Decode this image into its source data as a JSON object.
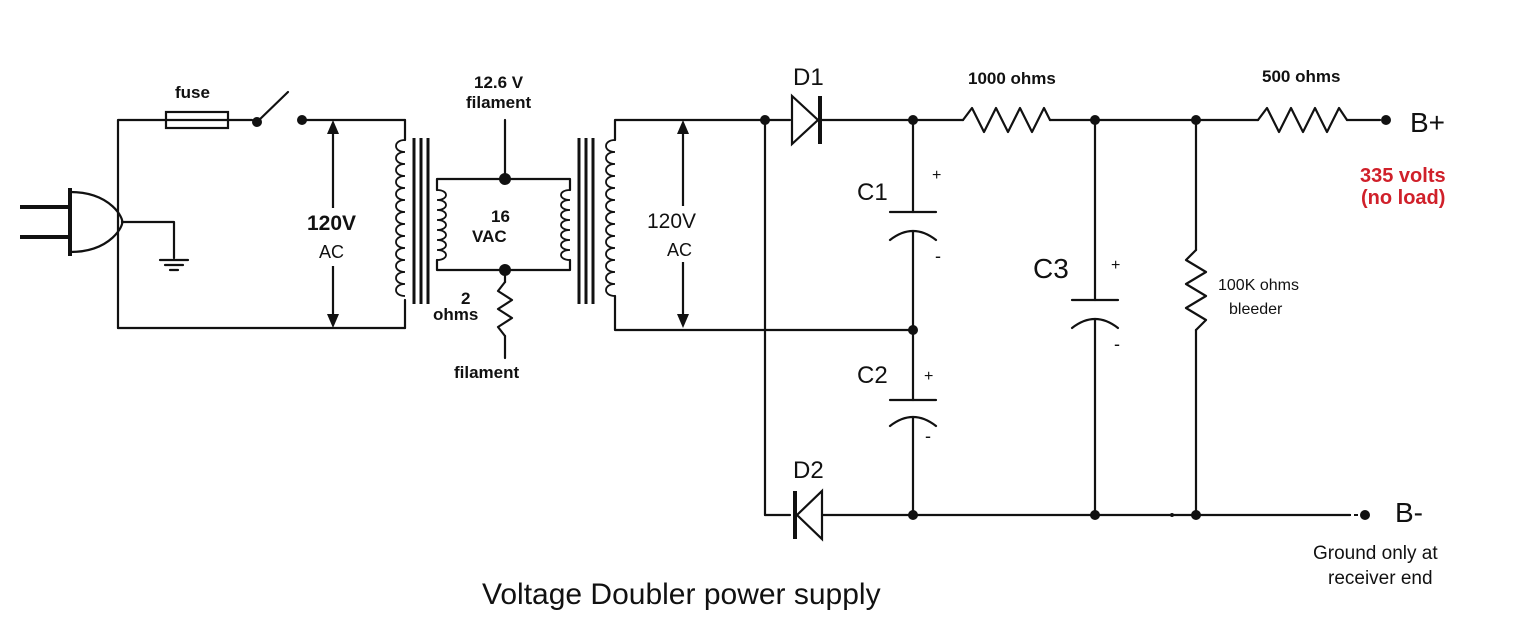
{
  "labels": {
    "fuse": "fuse",
    "filament_top_voltage": "12.6 V",
    "filament_top_word": "filament",
    "input_voltage": "120V",
    "input_ac": "AC",
    "mid_voltage": "16",
    "mid_vac": "VAC",
    "resistor_2": "2",
    "resistor_2_unit": "ohms",
    "filament_bottom": "filament",
    "output_voltage": "120V",
    "output_ac": "AC",
    "d1": "D1",
    "d2": "D2",
    "c1": "C1",
    "c2": "C2",
    "c3": "C3",
    "plus": "+",
    "minus": "-",
    "r1000": "1000 ohms",
    "r500": "500 ohms",
    "bleeder_value": "100K ohms",
    "bleeder_word": "bleeder",
    "b_plus": "B+",
    "b_minus": "B-",
    "volts_line1": "335 volts",
    "volts_line2": "(no load)",
    "ground_line1": "Ground only at",
    "ground_line2": "receiver end",
    "title": "Voltage Doubler power supply"
  },
  "colors": {
    "line": "#111111",
    "highlight": "#d0202a"
  }
}
